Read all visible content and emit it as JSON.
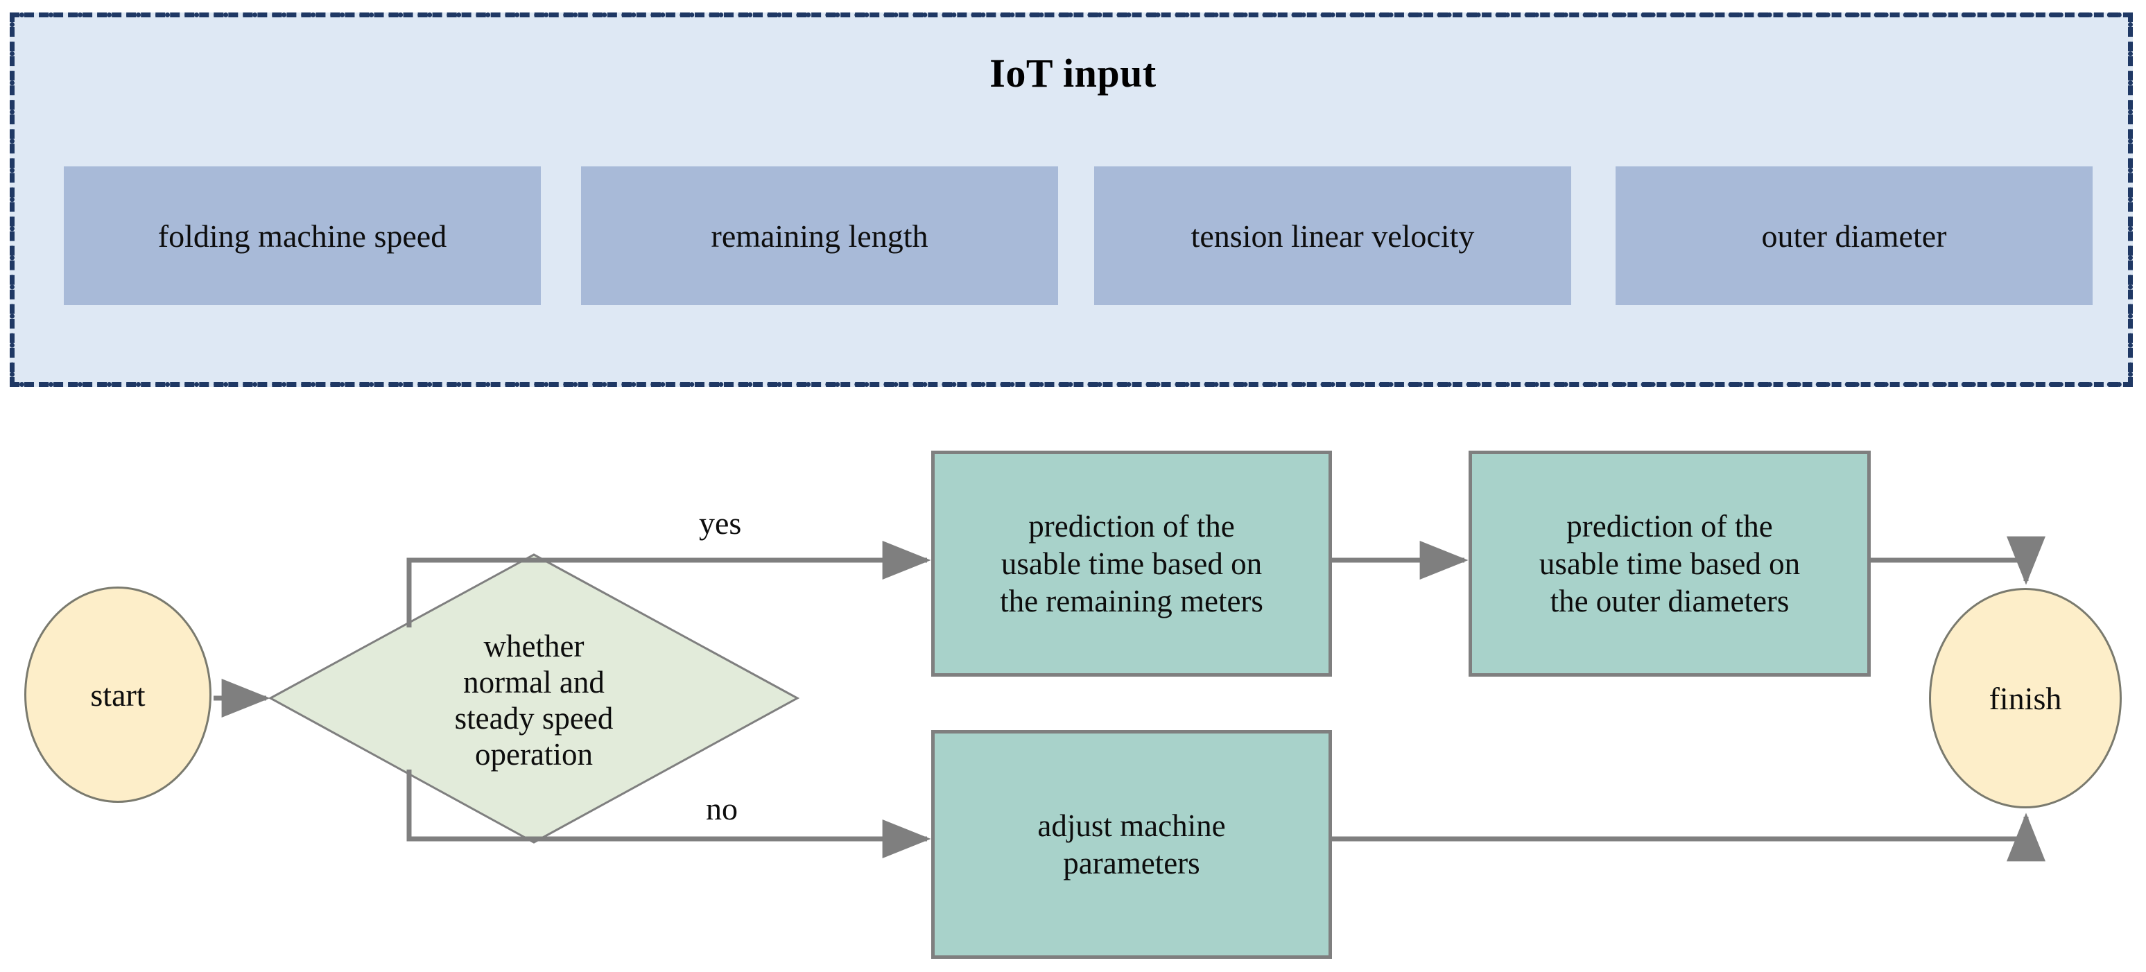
{
  "iot": {
    "title": "IoT input",
    "panel_fill": "#dee8f4",
    "panel_border": "#1f3864",
    "box_fill": "#a8bad8",
    "inputs": [
      {
        "label": "folding machine speed"
      },
      {
        "label": "remaining length"
      },
      {
        "label": "tension linear velocity"
      },
      {
        "label": "outer diameter"
      }
    ]
  },
  "flowchart": {
    "terminal_fill": "#fdeec9",
    "decision_fill": "#e2ebda",
    "process_fill": "#a8d2ca",
    "connector_color": "#7f7f7f",
    "nodes": {
      "start": "start",
      "decision": "whether normal and steady speed operation",
      "decision_line1": "whether",
      "decision_line2": "normal and",
      "decision_line3": "steady speed",
      "decision_line4": "operation",
      "pred_remaining_line1": "prediction of the",
      "pred_remaining_line2": "usable time based on",
      "pred_remaining_line3": "the remaining meters",
      "pred_outer_line1": "prediction of the",
      "pred_outer_line2": "usable time based on",
      "pred_outer_line3": "the outer diameters",
      "adjust_line1": "adjust machine",
      "adjust_line2": "parameters",
      "finish": "finish"
    },
    "edge_labels": {
      "yes": "yes",
      "no": "no"
    }
  }
}
